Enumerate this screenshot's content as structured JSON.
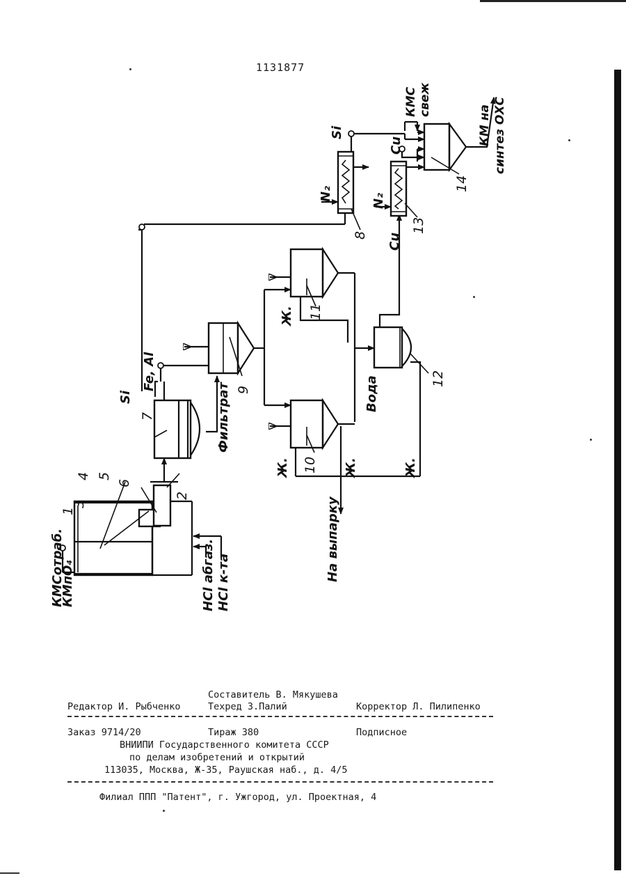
{
  "patent_number": "1131877",
  "diagram": {
    "streams": {
      "kms_spent": "КМСотраб.",
      "kmno4": "КМпО₄",
      "hcl_gas": "НСl абгаз.",
      "hcl_acid": "НСl к-та",
      "si": "Si",
      "fe_al": "Fe, Al",
      "filtrate": "Фильтрат",
      "water": "Вода",
      "liquid": "Ж.",
      "to_evaporation": "На выпарку",
      "n2": "N₂",
      "cu": "Cu",
      "kms_fresh_1": "КМС",
      "kms_fresh_2": "свеж",
      "km_to_synthesis_1": "КМ на",
      "km_to_synthesis_2": "синтез ОХС"
    },
    "numbers": {
      "n1": "1",
      "n2": "2",
      "n3": "3",
      "n4": "4",
      "n5": "5",
      "n6": "6",
      "n7": "7",
      "n8": "8",
      "n9": "9",
      "n10": "10",
      "n11": "11",
      "n12": "12",
      "n13": "13",
      "n14": "14"
    }
  },
  "footer": {
    "compiler": "Составитель В. Мякушева",
    "editor": "Редактор И. Рыбченко",
    "techred": "Техред  З.Палий",
    "corrector": "Корректор Л. Пилипенко",
    "order": "Заказ 9714/20",
    "circulation": "Тираж 380",
    "subscription": "Подписное",
    "org1": "ВНИИПИ Государственного комитета СССР",
    "org2": "по делам изобретений и открытий",
    "address": "113035, Москва, Ж-35, Раушская наб., д. 4/5",
    "branch": "Филиал ППП \"Патент\", г. Ужгород, ул. Проектная, 4"
  }
}
